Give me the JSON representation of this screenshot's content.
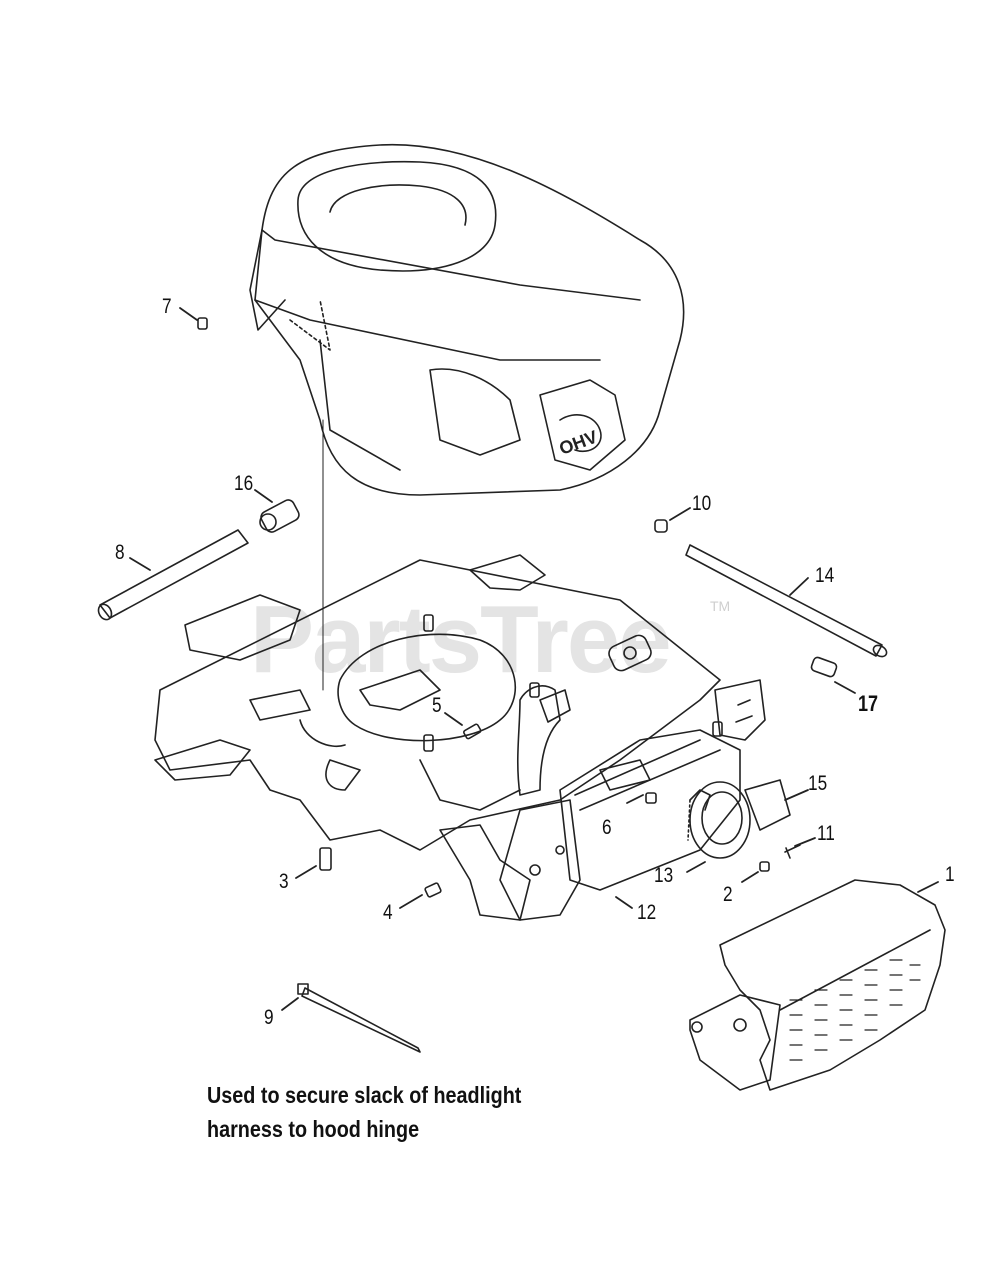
{
  "watermark": {
    "text": "PartsTree",
    "tm": "TM"
  },
  "callouts": {
    "c1": "1",
    "c2": "2",
    "c3": "3",
    "c4": "4",
    "c5": "5",
    "c6": "6",
    "c7": "7",
    "c8": "8",
    "c9": "9",
    "c10": "10",
    "c11": "11",
    "c12": "12",
    "c13": "13",
    "c14": "14",
    "c15": "15",
    "c16": "16",
    "c17": "17"
  },
  "engine_mark": "OHV",
  "note": {
    "line1": "Used to secure slack of headlight",
    "line2": "harness to hood hinge"
  }
}
